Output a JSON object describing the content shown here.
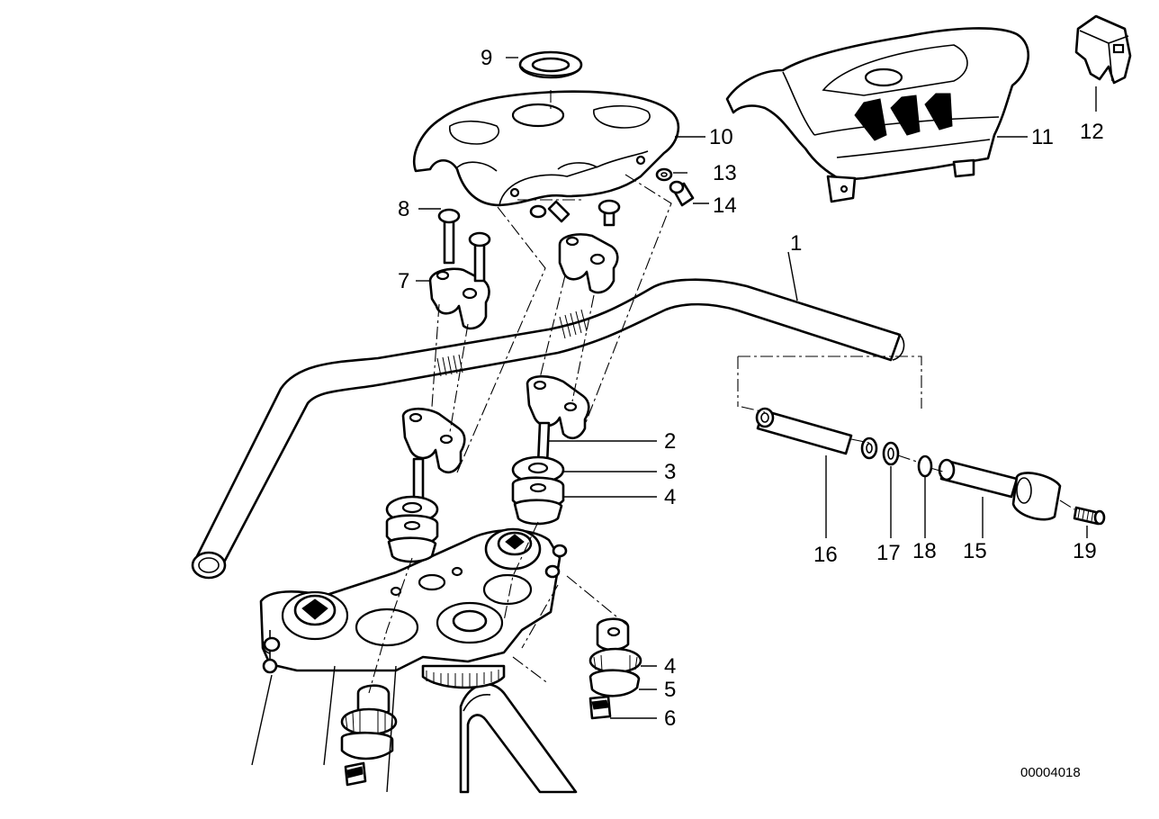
{
  "diagram": {
    "drawing_number": "00004018",
    "callouts": [
      "1",
      "2",
      "3",
      "4",
      "4",
      "5",
      "6",
      "7",
      "8",
      "9",
      "10",
      "11",
      "12",
      "13",
      "14",
      "15",
      "16",
      "17",
      "18",
      "19"
    ]
  }
}
